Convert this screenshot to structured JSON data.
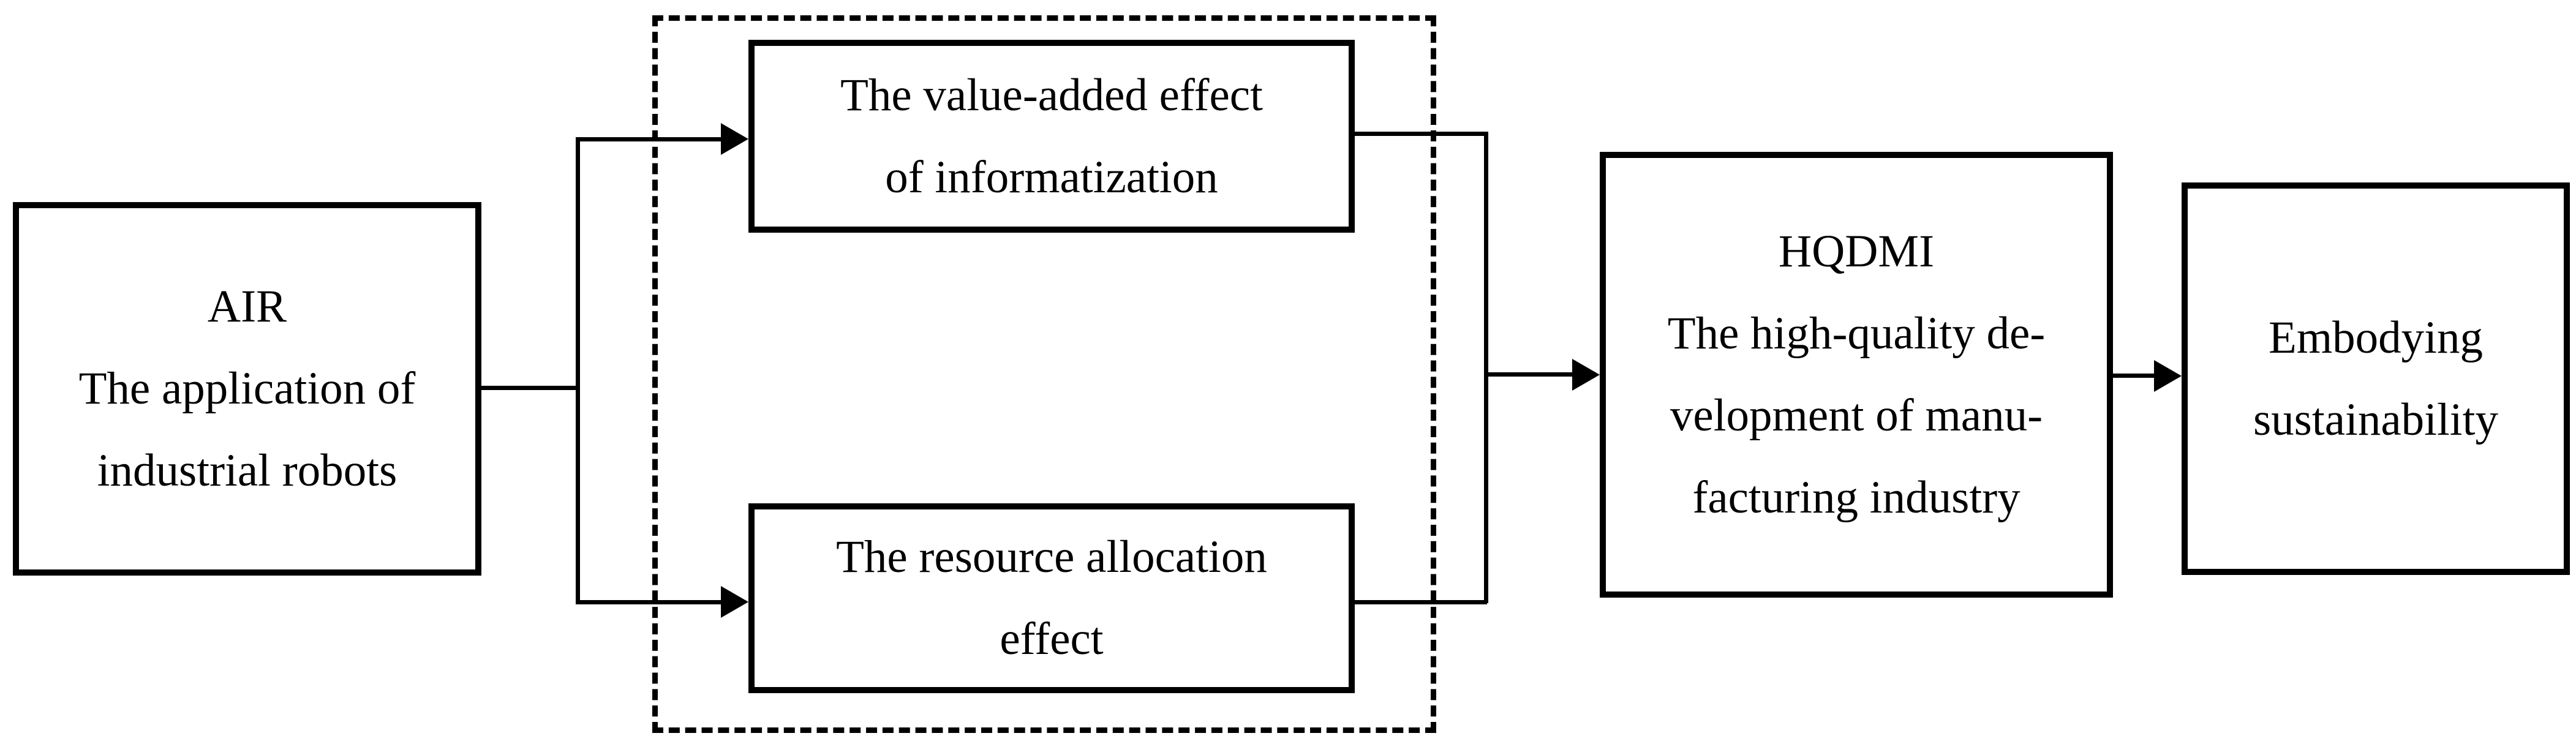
{
  "figure": {
    "background": "#ffffff",
    "line_color": "#000000",
    "nodes": {
      "air": {
        "lines": [
          "AIR",
          "The application of",
          "industrial robots"
        ]
      },
      "value_added": {
        "lines": [
          "The value-added effect",
          "of informatization"
        ]
      },
      "resource_allocation": {
        "lines": [
          "The resource allocation",
          "effect"
        ]
      },
      "hqdmi": {
        "lines": [
          "HQDMI",
          "The high-quality de-",
          "velopment of manu-",
          "facturing industry"
        ]
      },
      "embodying": {
        "lines": [
          "Embodying",
          "sustainability"
        ]
      }
    },
    "edges": [
      {
        "from": "air",
        "to": "value_added",
        "arrow": true
      },
      {
        "from": "air",
        "to": "resource_allocation",
        "arrow": true
      },
      {
        "from": "value_added",
        "to": "hqdmi",
        "arrow": true
      },
      {
        "from": "resource_allocation",
        "to": "hqdmi",
        "arrow": true
      },
      {
        "from": "hqdmi",
        "to": "embodying",
        "arrow": true
      }
    ],
    "frame": {
      "style": "dashed",
      "encloses": [
        "value_added",
        "resource_allocation"
      ]
    }
  }
}
